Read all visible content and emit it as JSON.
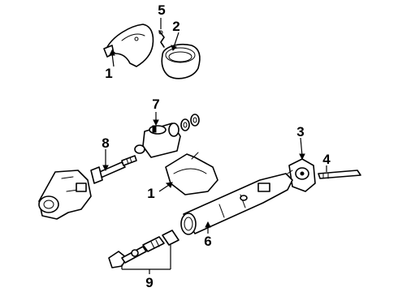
{
  "diagram": {
    "callouts": [
      {
        "id": "c1a",
        "label": "1"
      },
      {
        "id": "c2",
        "label": "2"
      },
      {
        "id": "c5",
        "label": "5"
      },
      {
        "id": "c7",
        "label": "7"
      },
      {
        "id": "c8",
        "label": "8"
      },
      {
        "id": "c3",
        "label": "3"
      },
      {
        "id": "c4",
        "label": "4"
      },
      {
        "id": "c1b",
        "label": "1"
      },
      {
        "id": "c6",
        "label": "6"
      },
      {
        "id": "c9",
        "label": "9"
      }
    ]
  }
}
